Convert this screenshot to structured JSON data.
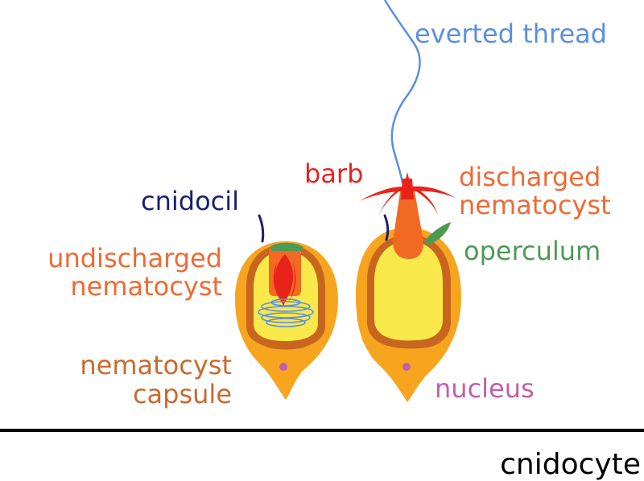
{
  "labels": {
    "everted_thread": "everted thread",
    "barb": "barb",
    "discharged_line1": "discharged",
    "discharged_line2": "nematocyst",
    "cnidocil": "cnidocil",
    "operculum": "operculum",
    "undischarged_line1": "undischarged",
    "undischarged_line2": "nematocyst",
    "capsule_line1": "nematocyst",
    "capsule_line2": "capsule",
    "nucleus": "nucleus",
    "title": "cnidocyte"
  },
  "colors": {
    "everted_thread": "#5b8fe0",
    "barb": "#e8231c",
    "discharged": "#ef6a35",
    "cnidocil": "#1a1f6e",
    "operculum": "#4f9a55",
    "undischarged": "#ef6a35",
    "capsule": "#c96a2d",
    "nucleus": "#c35fa8",
    "title": "#000000",
    "cell_body": "#f7a51f",
    "capsule_wall": "#c8651e",
    "capsule_fill": "#f9e84a",
    "cap_green": "#4e9a55",
    "tube_orange": "#f26a22",
    "barb_red": "#e8231c",
    "thread_blue": "#5b8fe0"
  }
}
